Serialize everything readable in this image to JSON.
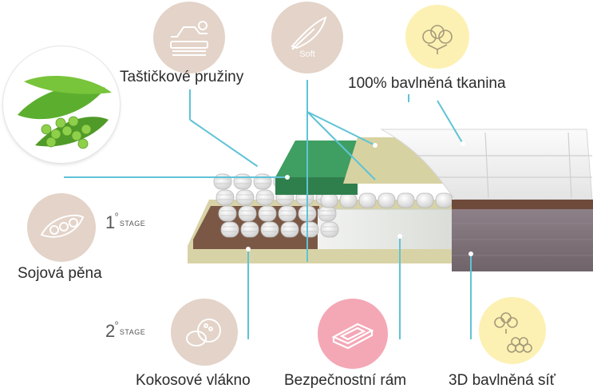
{
  "labels": {
    "pocket_springs": "Taštičkové pružiny",
    "cotton_fabric": "100% bavlněná tkanina",
    "soy_foam": "Sojová pěna",
    "coconut_fiber": "Kokosové vlákno",
    "safety_frame": "Bezpečnostní rám",
    "cotton_mesh": "3D bavlněná síť"
  },
  "soft_icon_text": "Soft",
  "stages": [
    {
      "number": "1",
      "suffix": "STAGE"
    },
    {
      "number": "2",
      "suffix": "STAGE"
    }
  ],
  "colors": {
    "beige_circle": "#e3d3c8",
    "yellow_circle": "#fcf1b3",
    "pink_circle": "#f4a7b5",
    "leader_line": "#5fc3d6",
    "green_layer": "#3f9e62",
    "khaki_layer": "#d7d2a2",
    "brown_layer": "#7b5846"
  },
  "icons": [
    "springs-icon",
    "feather-icon",
    "cotton-icon",
    "peas-icon",
    "coconut-icon",
    "frame-icon",
    "cotton-mesh-icon",
    "pea-pod-photo"
  ]
}
